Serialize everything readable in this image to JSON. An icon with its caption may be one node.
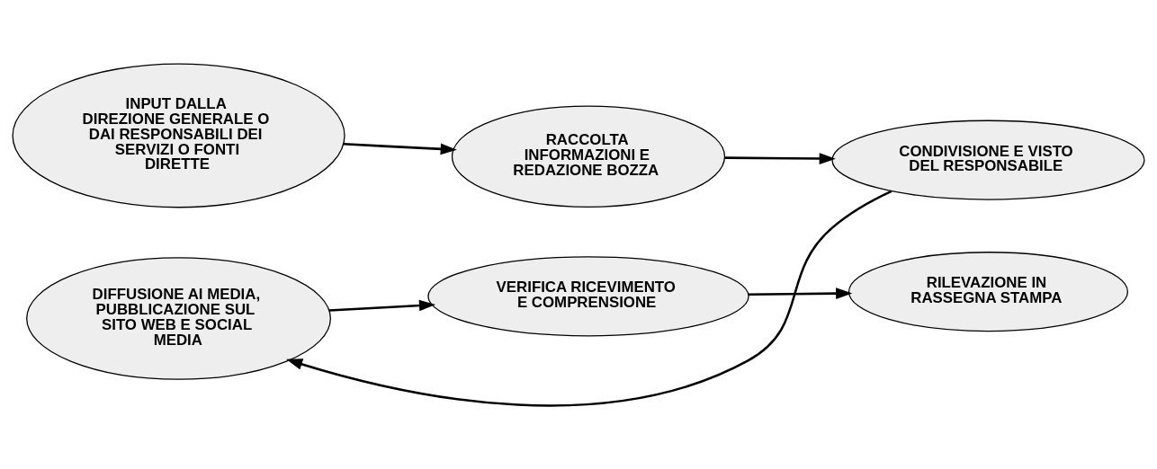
{
  "diagram": {
    "nodes": [
      {
        "text": [
          "INPUT DALLA DIREZIONE GENERALE O DAI RESPONSABILI DEI SERVIZI O FONTI DIRETTE"
        ]
      },
      {
        "text": [
          "RACCOLTA INFORMAZIONI E REDAZIONE BOZZA"
        ]
      },
      {
        "text": [
          "CONDIVISIONE E VISTO DEL RESPONSABILE"
        ]
      },
      {
        "text": [
          "DIFFUSIONE AI MEDIA, PUBBLICAZIONE SUL SITO WEB E SOCIAL MEDIA"
        ]
      },
      {
        "text": [
          "VERIFICA RICEVIMENTO E COMPRENSIONE"
        ]
      },
      {
        "text": [
          "RILEVAZIONE IN RASSEGNA STAMPA"
        ]
      }
    ],
    "edges": [
      {
        "from": 0,
        "to": 1,
        "arrow": "to"
      },
      {
        "from": 1,
        "to": 2,
        "arrow": "to"
      },
      {
        "from": 2,
        "to": 3,
        "arrow": "to"
      },
      {
        "from": 3,
        "to": 4,
        "arrow": "to"
      },
      {
        "from": 4,
        "to": 5,
        "arrow": "to"
      }
    ]
  }
}
